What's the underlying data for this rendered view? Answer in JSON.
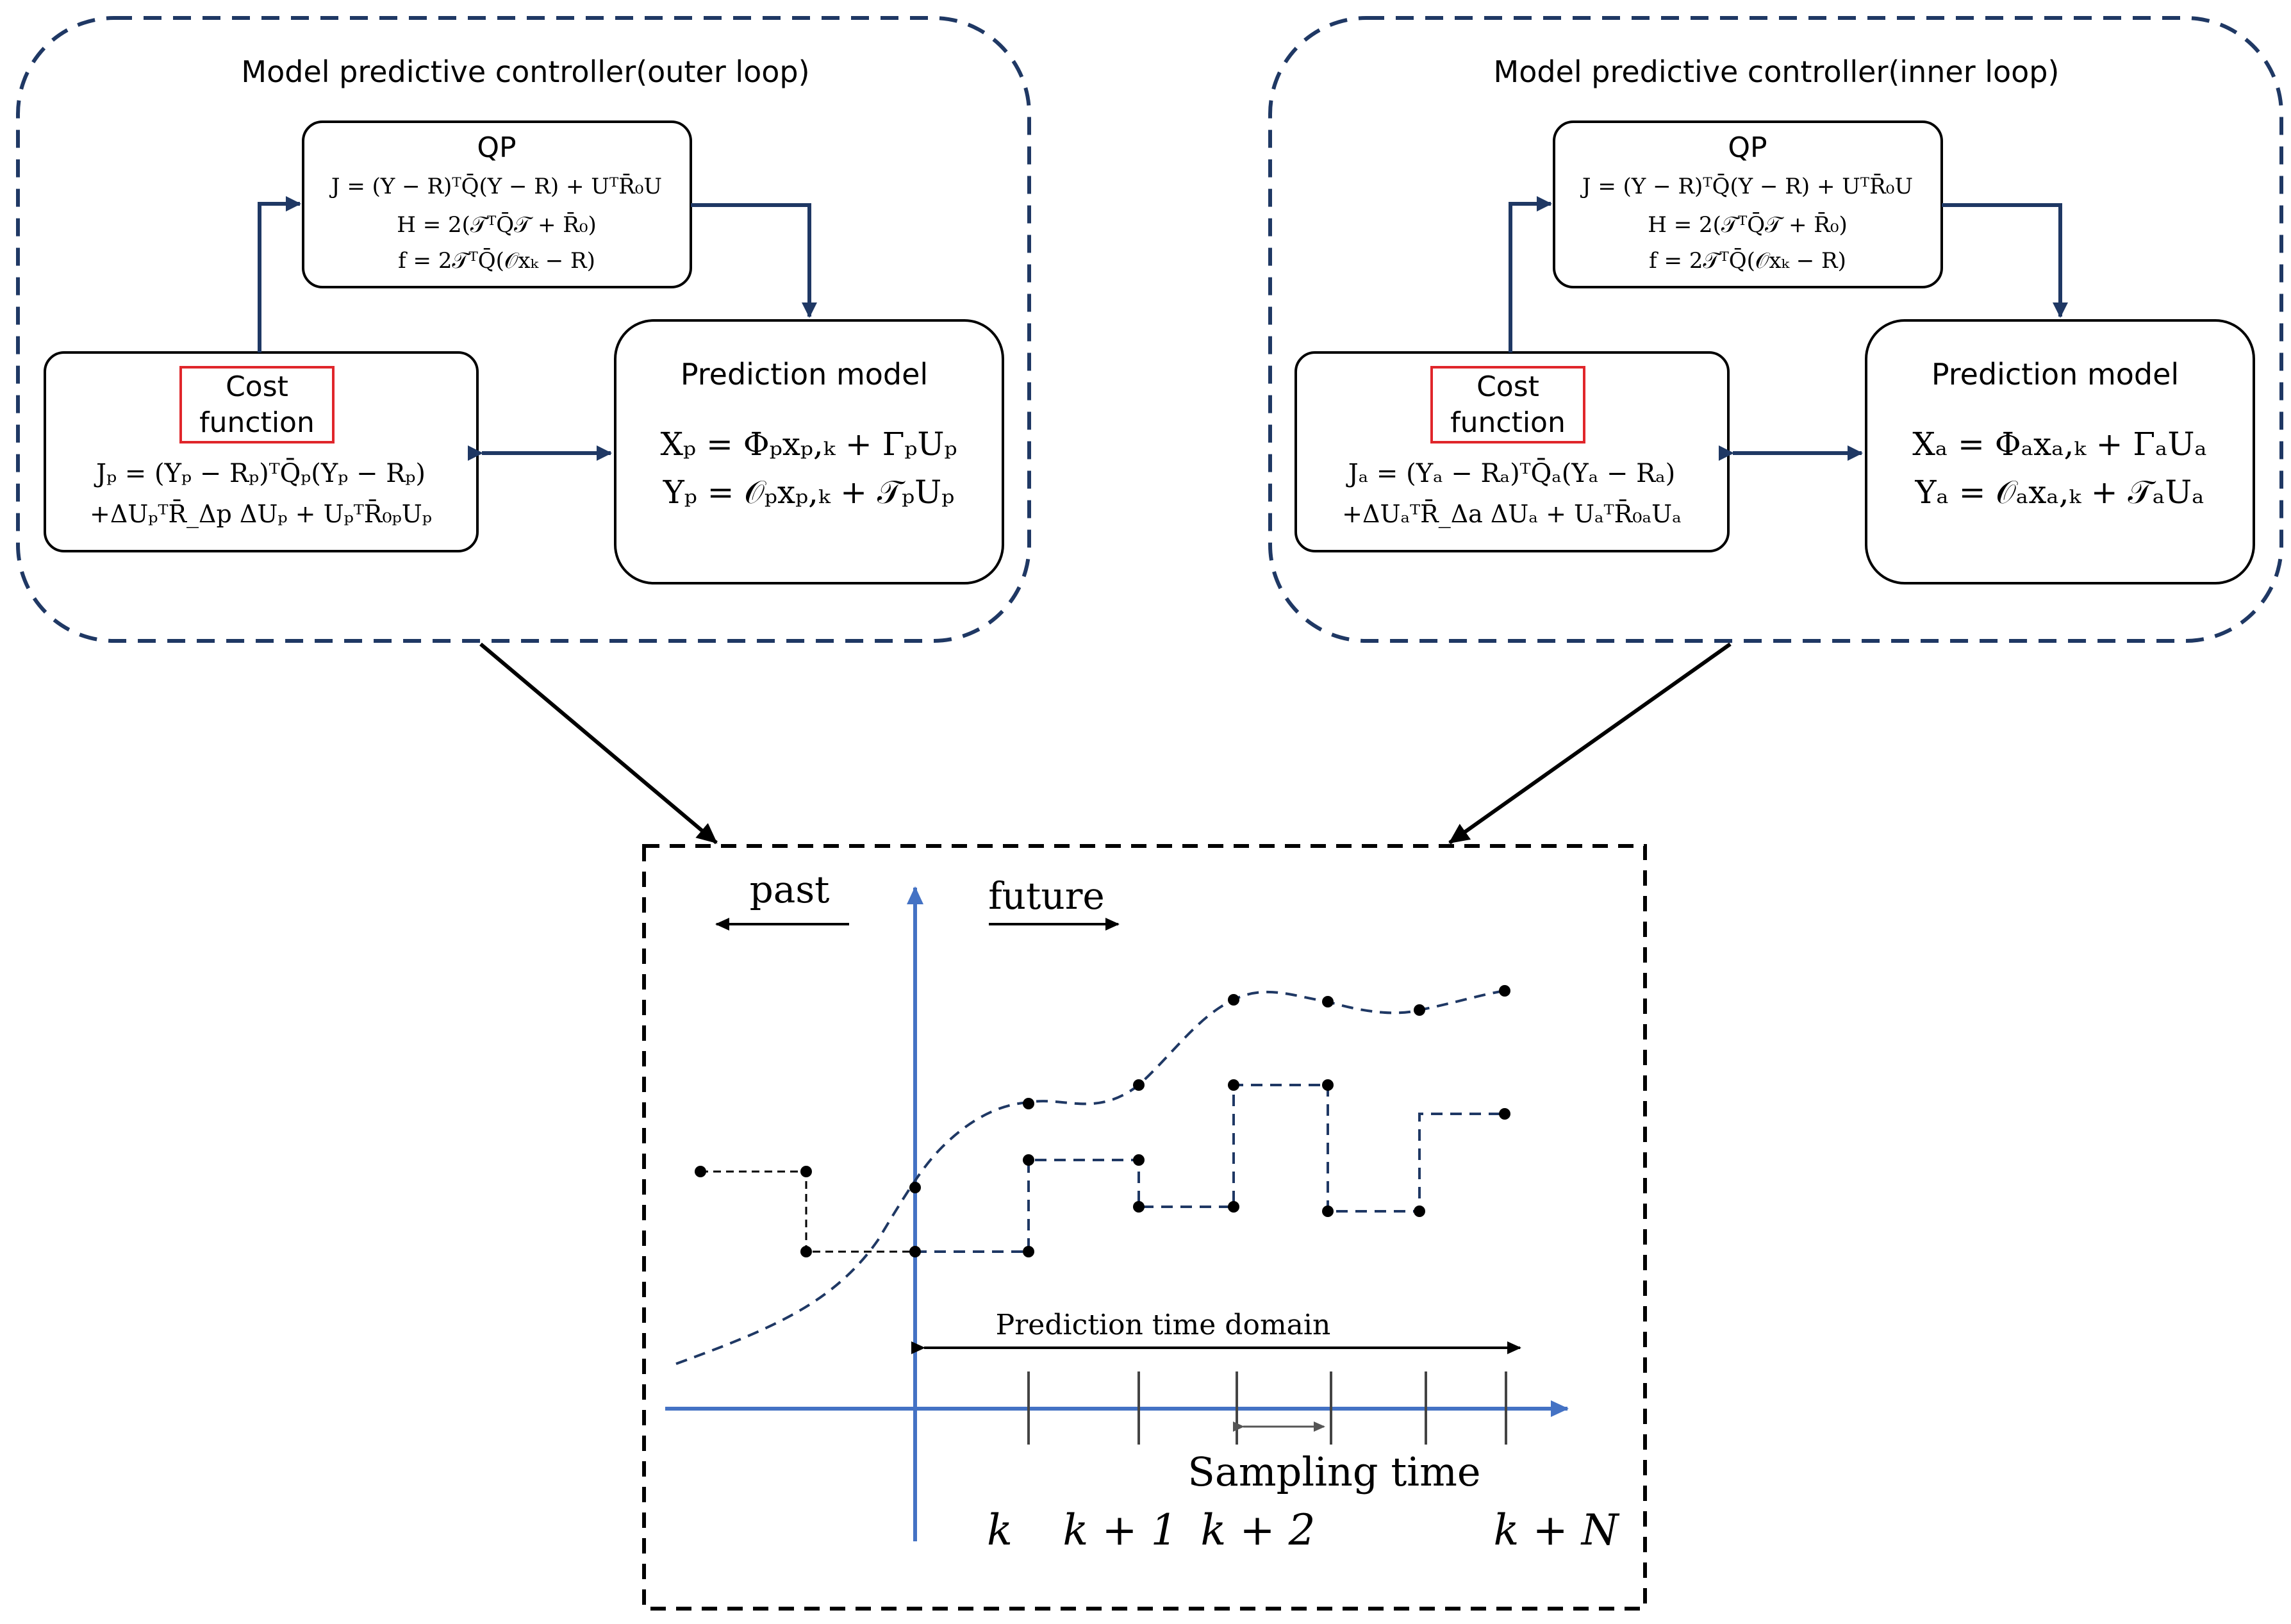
{
  "outer": {
    "title": "Model predictive controller(outer loop)",
    "qp": {
      "title": "QP",
      "eq1": "J = (Y − R)ᵀQ̄(Y − R) + UᵀR̄₀U",
      "eq2": "H = 2(𝒯ᵀQ̄𝒯 + R̄₀)",
      "eq3": "f = 2𝒯ᵀQ̄(𝒪xₖ − R)"
    },
    "cost": {
      "label_line1": "Cost",
      "label_line2": "function",
      "eq1": "Jₚ = (Yₚ − Rₚ)ᵀQ̄ₚ(Yₚ − Rₚ)",
      "eq2": "+ΔUₚᵀR̄_Δp ΔUₚ + UₚᵀR̄₀ₚUₚ"
    },
    "pred": {
      "title": "Prediction model",
      "eq1": "Xₚ = Φₚxₚ,ₖ + ΓₚUₚ",
      "eq2": "Yₚ = 𝒪ₚxₚ,ₖ + 𝒯ₚUₚ"
    }
  },
  "inner": {
    "title": "Model predictive controller(inner loop)",
    "qp": {
      "title": "QP",
      "eq1": "J = (Y − R)ᵀQ̄(Y − R) + UᵀR̄₀U",
      "eq2": "H = 2(𝒯ᵀQ̄𝒯 + R̄₀)",
      "eq3": "f = 2𝒯ᵀQ̄(𝒪xₖ − R)"
    },
    "cost": {
      "label_line1": "Cost",
      "label_line2": "function",
      "eq1": "Jₐ = (Yₐ − Rₐ)ᵀQ̄ₐ(Yₐ − Rₐ)",
      "eq2": "+ΔUₐᵀR̄_Δa ΔUₐ + UₐᵀR̄₀ₐUₐ"
    },
    "pred": {
      "title": "Prediction model",
      "eq1": "Xₐ = Φₐxₐ,ₖ + ΓₐUₐ",
      "eq2": "Yₐ = 𝒪ₐxₐ,ₖ + 𝒯ₐUₐ"
    }
  },
  "timeline": {
    "past": "past",
    "future": "future",
    "prediction_domain": "Prediction time domain",
    "sampling_time": "Sampling time",
    "ticks": [
      "k",
      "k + 1",
      "k + 2",
      "k + N"
    ]
  },
  "colors": {
    "panel_border": "#1f3864",
    "arrow": "#1f3864",
    "axis": "#4472c4",
    "cost_box": "#e0262b",
    "box_border": "#000000"
  }
}
